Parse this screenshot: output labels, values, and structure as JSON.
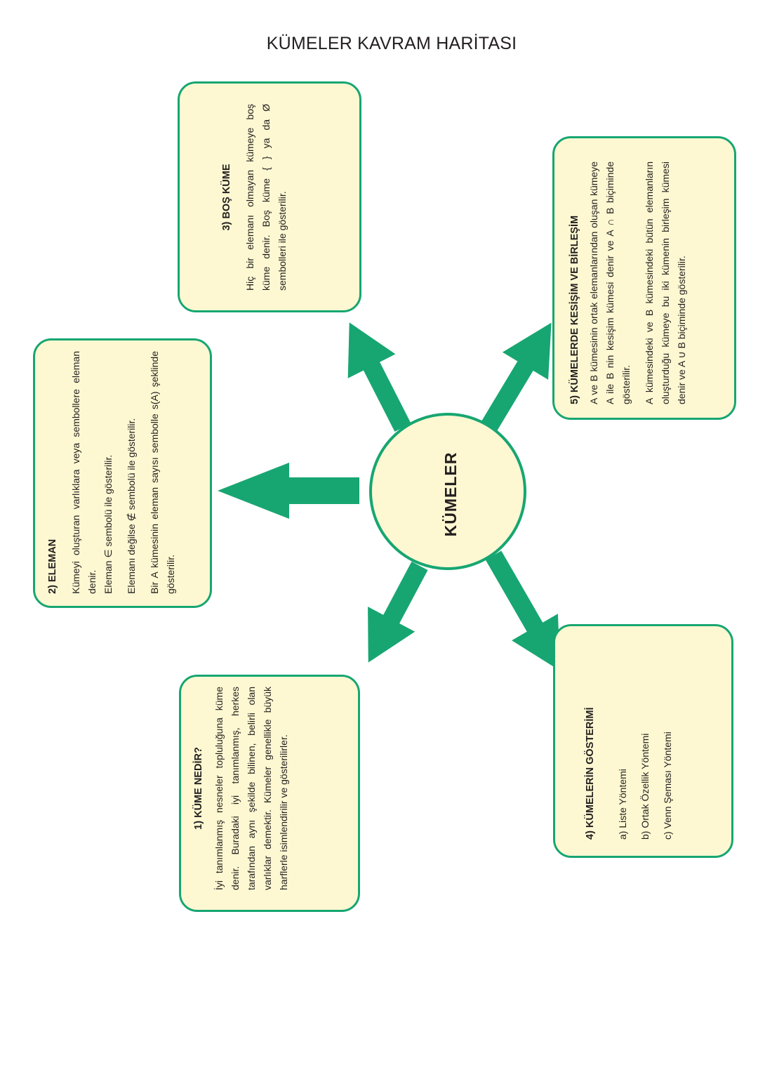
{
  "title": "KÜMELER KAVRAM HARİTASI",
  "center": {
    "label": "KÜMELER"
  },
  "colors": {
    "accent": "#17a672",
    "box_fill": "#fdf8d1",
    "text": "#231f20"
  },
  "boxes": {
    "kume_nedir": {
      "heading": "1) KÜME NEDİR?",
      "text": "İyi tanımlanmış nesneler topluluğuna küme denir. Buradaki iyi tanımlanmış, herkes tarafından aynı şekilde bilinen, belirli olan varlıklar demektir. Kümeler genellikle büyük harflerle isimlendirilir ve gösterilirler."
    },
    "eleman": {
      "heading": "2) ELEMAN",
      "text1": "Kümeyi oluşturan varlıklara veya sembollere eleman denir.",
      "text2": "Eleman ∈ sembolü ile gösterilir.",
      "text3": "Elemanı değilse ∉ sembolü ile gösterilir.",
      "text4": "Bir A kümesinin eleman sayısı sembolle s(A) şeklinde gösterilir."
    },
    "bos_kume": {
      "heading": "3) BOŞ KÜME",
      "text": "Hiç bir elemanı olmayan kümeye boş küme denir. Boş küme { } ya da Ø sembolleri ile gösterilir."
    },
    "gosterim": {
      "heading": "4) KÜMELERİN GÖSTERİMİ",
      "items": [
        "a) Liste Yöntemi",
        "b) Ortak Özellik Yöntemi",
        "c) Venn Şeması Yöntemi"
      ]
    },
    "kesisim": {
      "heading": "5) KÜMELERDE KESİŞİM VE BİRLEŞİM",
      "text1": "A ve B kümesinin ortak elemanlarından oluşan kümeye A ile B nin kesişim kümesi denir ve A ∩ B biçiminde gösterilir.",
      "text2": "A kümesindeki ve B kümesindeki bütün elemanların oluşturduğu kümeye bu iki kümenin birleşim kümesi denir ve A ∪ B biçiminde gösterilir."
    }
  }
}
